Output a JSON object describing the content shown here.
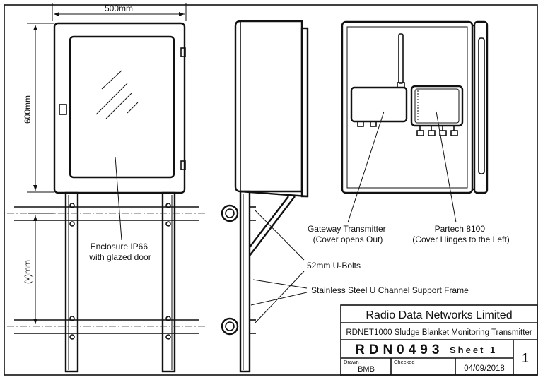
{
  "dimensions": {
    "width_label": "500mm",
    "height_label": "600mm",
    "pole_spacing_label": "(x)mm"
  },
  "callouts": {
    "enclosure": [
      "Enclosure IP66",
      "with glazed door"
    ],
    "gateway": [
      "Gateway Transmitter",
      "(Cover opens Out)"
    ],
    "partech": [
      "Partech 8100",
      "(Cover Hinges to the Left)"
    ],
    "ubolts": "52mm U-Bolts",
    "frame": "Stainless Steel U Channel Support Frame"
  },
  "title_block": {
    "company": "Radio Data Networks Limited",
    "description": "RDNET1000 Sludge Blanket Monitoring Transmitter",
    "drawing_number": "RDN0493",
    "sheet_label": "Sheet 1",
    "sheet_number": "1",
    "drawn_label": "Drawn",
    "drawn_value": "BMB",
    "checked_label": "Checked",
    "date": "04/09/2018"
  }
}
